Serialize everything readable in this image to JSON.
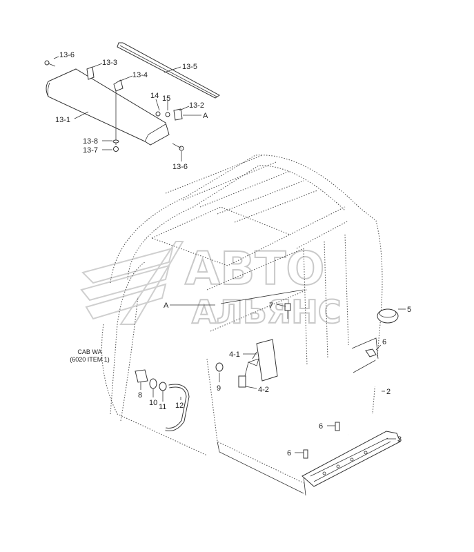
{
  "watermark": {
    "line1": "АВТО",
    "line2": "АЛЬЯНС"
  },
  "cab_note": {
    "line1": "CAB WA",
    "line2": "(6020 ITEM 1)"
  },
  "callouts": {
    "c13_6a": "13-6",
    "c13_3": "13-3",
    "c13_4": "13-4",
    "c13_5": "13-5",
    "c14": "14",
    "c15": "15",
    "c13_2": "13-2",
    "cA_top": "A",
    "c13_1": "13-1",
    "c13_8": "13-8",
    "c13_7": "13-7",
    "c13_6b": "13-6",
    "cA_cab": "A",
    "c7": "7",
    "c5": "5",
    "c6a": "6",
    "c4_1": "4-1",
    "c4_2": "4-2",
    "c9": "9",
    "c2": "2",
    "c8": "8",
    "c10": "10",
    "c11": "11",
    "c12": "12",
    "c6b": "6",
    "c6c": "6",
    "c3": "3"
  }
}
